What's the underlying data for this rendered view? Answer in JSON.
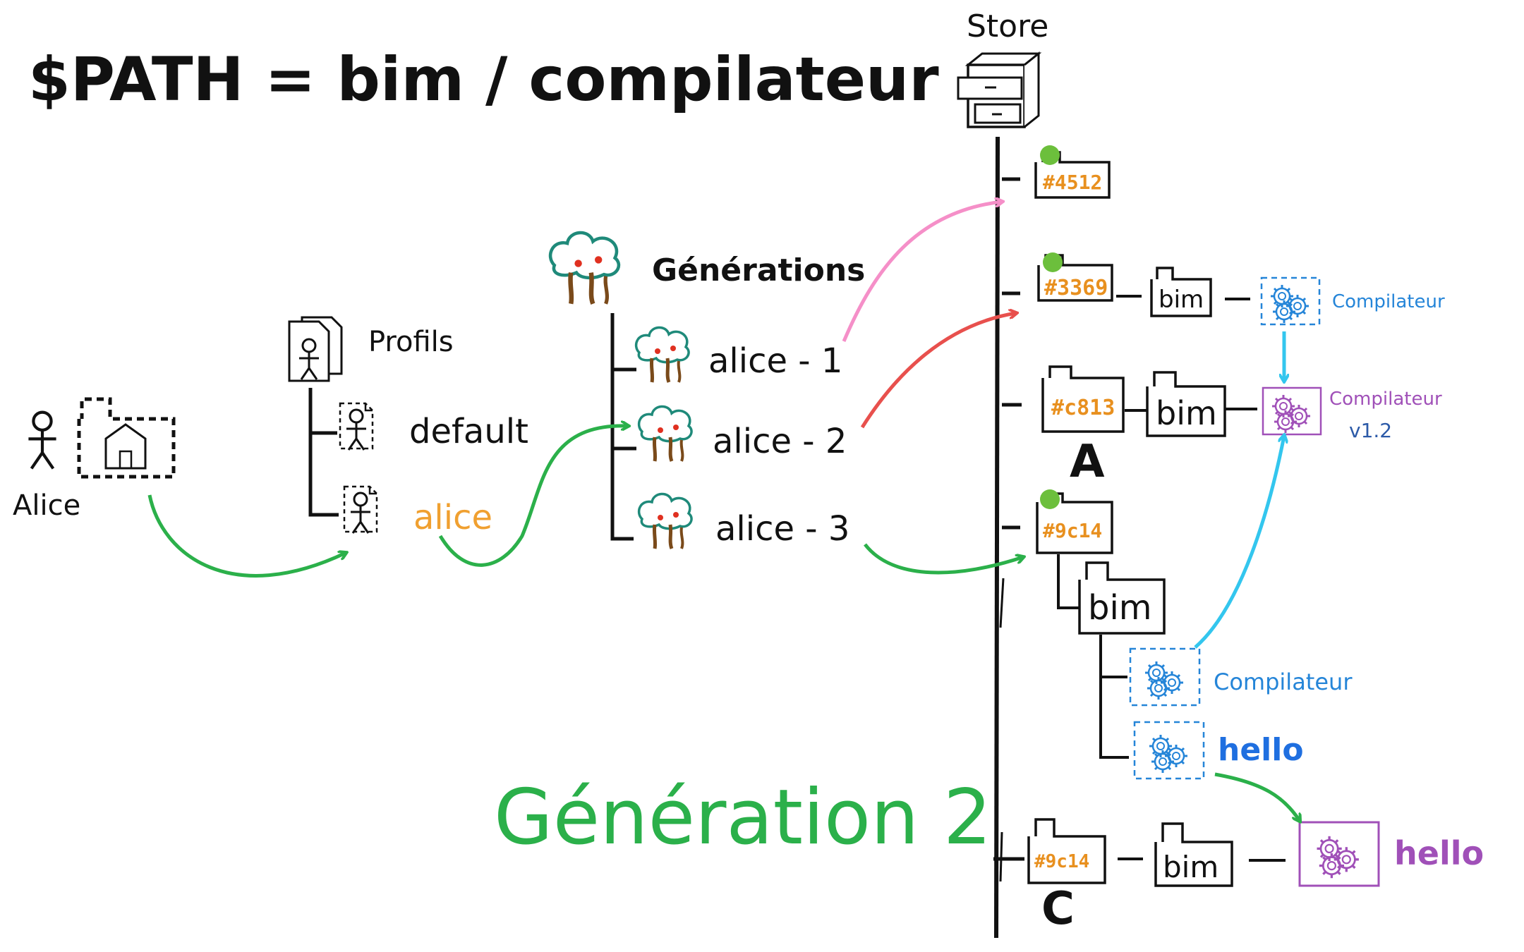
{
  "title": "$PATH = bim / compilateur",
  "store": {
    "label": "Store"
  },
  "user": {
    "name": "Alice"
  },
  "profiles": {
    "header": "Profils",
    "items": [
      {
        "label": "default"
      },
      {
        "label": "alice"
      }
    ]
  },
  "generations": {
    "header": "Générations",
    "items": [
      {
        "label": "alice - 1"
      },
      {
        "label": "alice - 2"
      },
      {
        "label": "alice - 3"
      }
    ]
  },
  "store_entries": [
    {
      "hash": "#4512"
    },
    {
      "hash": "#3369",
      "children": [
        "bim",
        "Compilateur"
      ]
    },
    {
      "hash": "#c813",
      "marker": "A",
      "children": [
        "bim",
        "Compilateur",
        "v1.2"
      ]
    },
    {
      "hash": "#9c14",
      "children": [
        "bim",
        "Compilateur",
        "hello"
      ]
    },
    {
      "hash": "#9c14",
      "marker": "C",
      "children": [
        "bim",
        "hello"
      ]
    }
  ],
  "caption": "Génération 2",
  "colors": {
    "ink": "#111111",
    "green_arrow": "#2bb04a",
    "pink_arrow": "#f58fc8",
    "red_arrow": "#e8504d",
    "cyan_arrow": "#33c6ee",
    "hash_orange": "#e8901f",
    "active_dot": "#6cbf3c",
    "compiler_blue": "#2585d8",
    "hello_blue": "#1f6fe0",
    "purple": "#a050b8",
    "alice_orange": "#f0a030",
    "tree_green": "#1f8a7a",
    "trunk_brown": "#7a4a1a",
    "apple_red": "#e03020"
  },
  "icons": [
    "stick-figure-icon",
    "home-folder-icon",
    "profile-document-icon",
    "tree-icon",
    "file-cabinet-icon",
    "folder-icon",
    "gears-icon"
  ]
}
